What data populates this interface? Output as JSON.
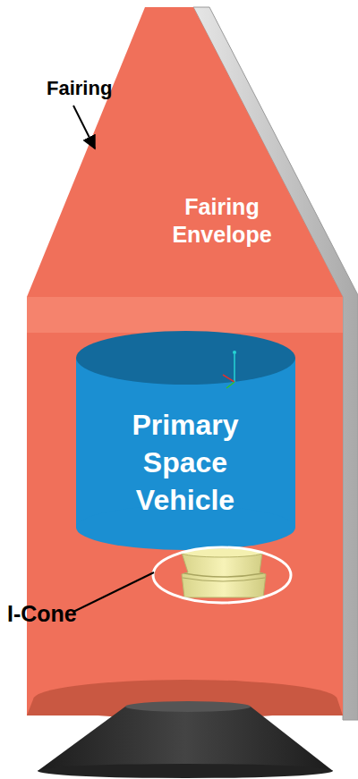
{
  "diagram": {
    "nodes": [
      {
        "text": [
          "Fairing Envelope"
        ]
      },
      {
        "text": [
          "Primary Space Vehicle"
        ],
        "in": 0
      }
    ],
    "labels": [
      "Fairing",
      "I-Cone"
    ]
  }
}
